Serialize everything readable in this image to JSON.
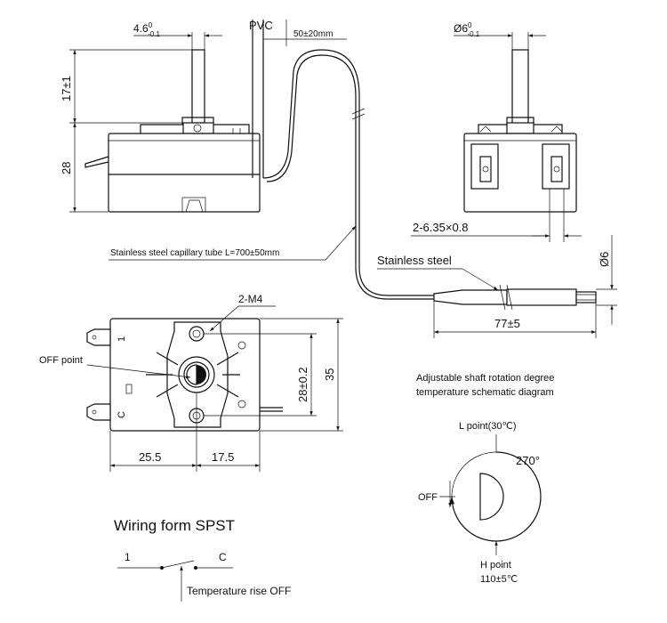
{
  "colors": {
    "ink": "#111111",
    "paper": "#ffffff"
  },
  "top_view": {
    "shaft_dia_main": "4.6",
    "shaft_dia_sup": "0",
    "shaft_dia_sub": "-0.1",
    "shaft_height": "17±1",
    "body_height": "28",
    "pvc_label": "PVC",
    "pvc_length": "50±20mm"
  },
  "side_view": {
    "shaft_dia_main": "Ø6",
    "shaft_dia_sup": "0",
    "shaft_dia_sub": "-0.1",
    "terminal_spec": "2-6.35×0.8"
  },
  "capillary": {
    "tube_label": "Stainless steel capillary tube L=700±50mm",
    "bulb_label": "Stainless steel",
    "bulb_dia": "Ø6",
    "bulb_length": "77±5"
  },
  "front_view": {
    "screw_label": "2-M4",
    "off_point_label": "OFF  point",
    "terminal_1": "1",
    "terminal_c": "C",
    "hole_spacing": "28±0.2",
    "height": "35",
    "width_left": "25.5",
    "width_right": "17.5"
  },
  "rotation_diagram": {
    "title_line1": "Adjustable shaft rotation degree",
    "title_line2": "temperature schematic diagram",
    "l_point": "L point(30℃)",
    "angle": "270°",
    "off_label": "OFF",
    "h_point_line1": "H point",
    "h_point_line2": "110±5℃"
  },
  "wiring": {
    "title": "Wiring form  SPST",
    "terminal_1": "1",
    "terminal_c": "C",
    "note": "Temperature rise OFF"
  }
}
